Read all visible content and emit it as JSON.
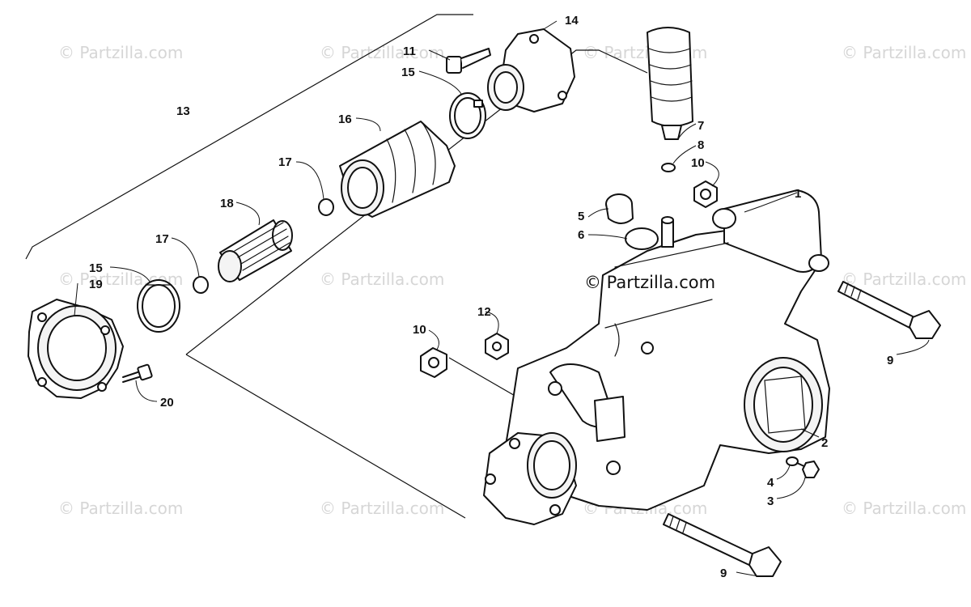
{
  "watermark": {
    "text": "© Partzilla.com",
    "center_text": "© Partzilla.com",
    "color": "#d6d6d6"
  },
  "callouts": [
    {
      "id": "c1",
      "label": "1"
    },
    {
      "id": "c2",
      "label": "2"
    },
    {
      "id": "c3",
      "label": "3"
    },
    {
      "id": "c4",
      "label": "4"
    },
    {
      "id": "c5",
      "label": "5"
    },
    {
      "id": "c6",
      "label": "6"
    },
    {
      "id": "c7",
      "label": "7"
    },
    {
      "id": "c8",
      "label": "8"
    },
    {
      "id": "c9a",
      "label": "9"
    },
    {
      "id": "c9b",
      "label": "9"
    },
    {
      "id": "c10a",
      "label": "10"
    },
    {
      "id": "c10b",
      "label": "10"
    },
    {
      "id": "c11",
      "label": "11"
    },
    {
      "id": "c12",
      "label": "12"
    },
    {
      "id": "c13",
      "label": "13"
    },
    {
      "id": "c14",
      "label": "14"
    },
    {
      "id": "c15a",
      "label": "15"
    },
    {
      "id": "c15b",
      "label": "15"
    },
    {
      "id": "c16",
      "label": "16"
    },
    {
      "id": "c17a",
      "label": "17"
    },
    {
      "id": "c17b",
      "label": "17"
    },
    {
      "id": "c18",
      "label": "18"
    },
    {
      "id": "c19",
      "label": "19"
    },
    {
      "id": "c20",
      "label": "20"
    }
  ]
}
